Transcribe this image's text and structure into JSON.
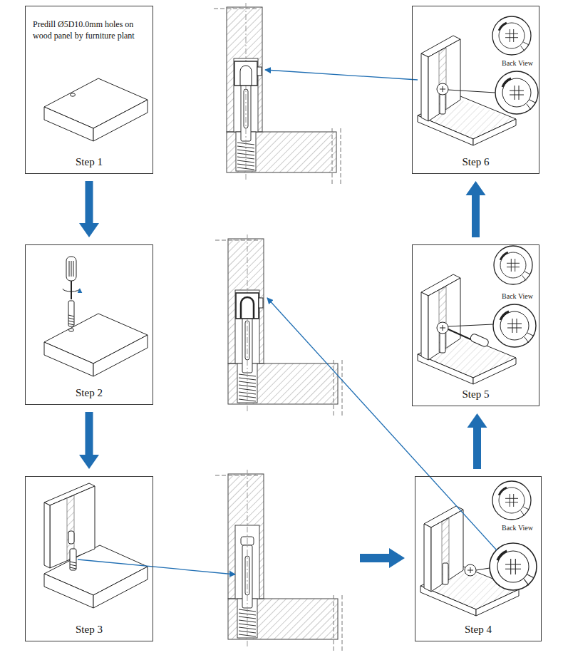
{
  "diagram": {
    "nodes": [
      {
        "text": [
          "Predill Ø5D10.0mm holes on wood panel by furniture plant",
          "Step 1"
        ]
      },
      {
        "text": [
          "Step 2"
        ]
      },
      {
        "text": [
          "Step 3"
        ]
      },
      {
        "text": [
          "Step 4"
        ]
      },
      {
        "text": [
          "Step 5"
        ]
      },
      {
        "text": [
          "Step 6"
        ]
      }
    ],
    "edges": [
      {
        "from": 0,
        "to": 1,
        "arrow": "to"
      },
      {
        "from": 1,
        "to": 2,
        "arrow": "to"
      },
      {
        "from": 3,
        "to": 4,
        "arrow": "to"
      },
      {
        "from": 4,
        "to": 5,
        "arrow": "to"
      }
    ],
    "labels": [
      "Back View",
      "Back View",
      "Back View"
    ]
  }
}
